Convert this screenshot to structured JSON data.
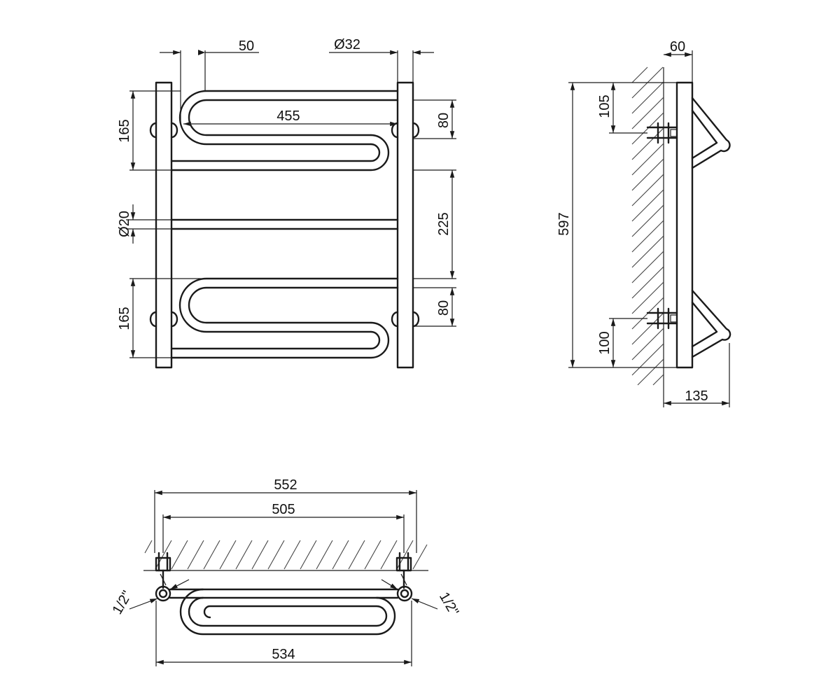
{
  "front_view": {
    "dim_offset": "50",
    "dim_pipe_diameter": "Ø32",
    "dim_inner_width": "455",
    "dim_top_section": "165",
    "dim_top_axis": "80",
    "dim_rail_diameter": "Ø20",
    "dim_middle_gap": "225",
    "dim_bottom_section": "165",
    "dim_bottom_axis": "80"
  },
  "side_view": {
    "dim_depth_60": "60",
    "dim_top_mount": "105",
    "dim_height": "597",
    "dim_bottom_mount": "100",
    "dim_depth_135": "135"
  },
  "top_view": {
    "dim_overall": "552",
    "dim_center": "505",
    "dim_pipe_length": "534",
    "thread_left": "1/2\"",
    "thread_right": "1/2\""
  },
  "colors": {
    "line": "#1a1a1a",
    "background": "#ffffff"
  }
}
